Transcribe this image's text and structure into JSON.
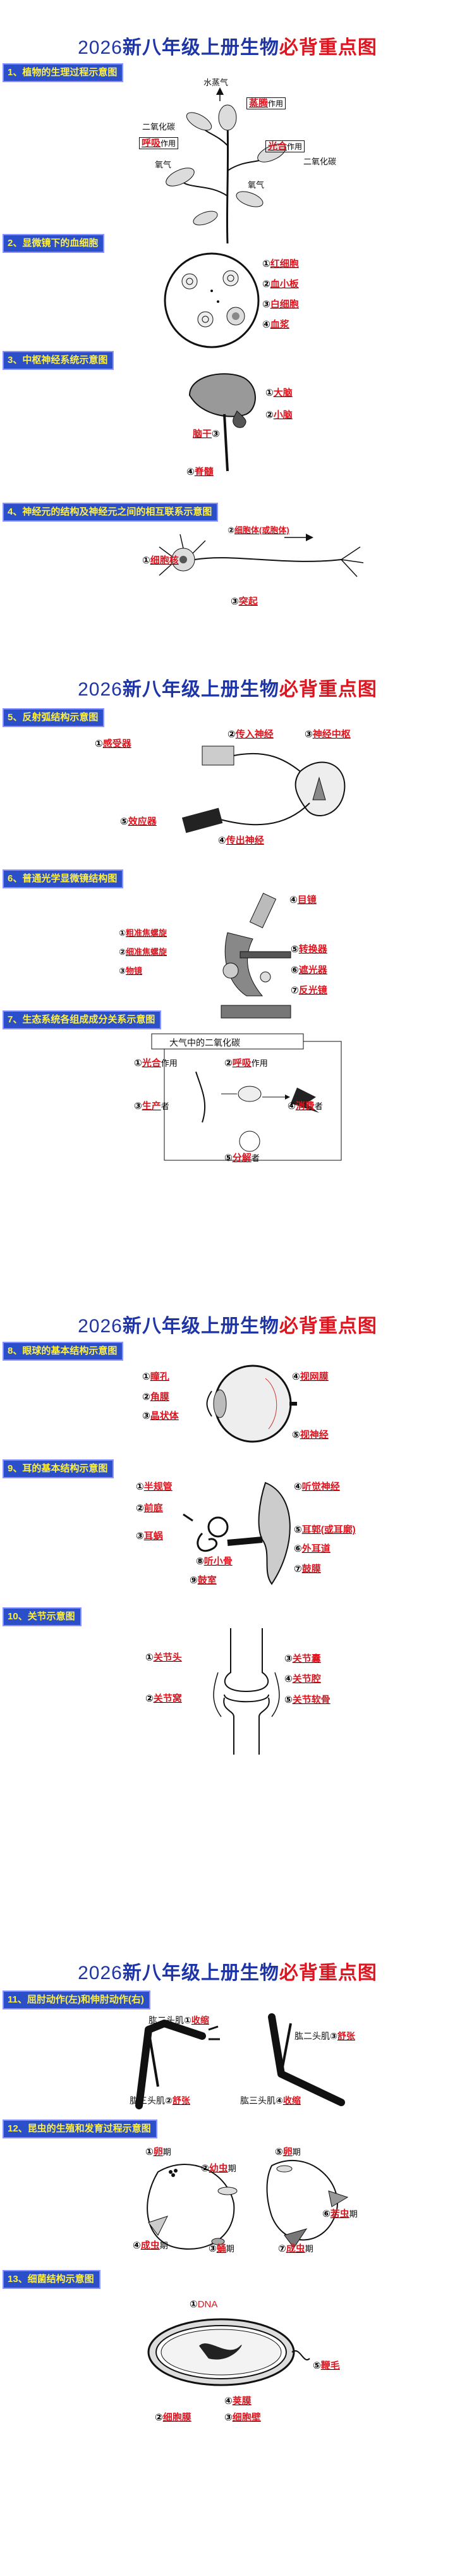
{
  "title": {
    "year": "2026",
    "mid": "新八年级上册生物",
    "highlight": "必背重点图"
  },
  "sections": {
    "s1": "1、植物的生理过程示意图",
    "s2": "2、显微镜下的血细胞",
    "s3": "3、中枢神经系统示意图",
    "s4": "4、神经元的结构及神经元之间的相互联系示意图",
    "s5": "5、反射弧结构示意图",
    "s6": "6、普通光学显微镜结构图",
    "s7": "7、生态系统各组成成分关系示意图",
    "s8": "8、眼球的基本结构示意图",
    "s9": "9、耳的基本结构示意图",
    "s10": "10、关节示意图",
    "s11": "11、屈肘动作(左)和伸肘动作(右)",
    "s12": "12、昆虫的生殖和发育过程示意图",
    "s13": "13、细菌结构示意图"
  },
  "plant": {
    "water_vapor": "水蒸气",
    "evap": "蒸腾",
    "co2_left": "二氧化碳",
    "respire": "呼吸",
    "o2_left": "氧气",
    "photo": "光合",
    "co2_right": "二氧化碳",
    "o2_right": "氧气",
    "zuoyong": "作用"
  },
  "blood": {
    "n1": "①",
    "a1": "红细胞",
    "n2": "②",
    "a2": "血小板",
    "n3": "③",
    "a3": "白细胞",
    "n4": "④",
    "a4": "血浆"
  },
  "cns": {
    "n1": "①",
    "a1": "大脑",
    "n2": "②",
    "a2": "小脑",
    "n3": "③",
    "a3": "脑干",
    "n4": "④",
    "a4": "脊髓"
  },
  "neuron": {
    "n1": "①",
    "a1": "细胞核",
    "n2": "②",
    "a2": "细胞体(或胞体)",
    "n3": "③",
    "a3": "突起"
  },
  "reflex": {
    "n1": "①",
    "a1": "感受器",
    "n2": "②",
    "a2": "传入神经",
    "n3": "③",
    "a3": "神经中枢",
    "n4": "④",
    "a4": "传出神经",
    "n5": "⑤",
    "a5": "效应器"
  },
  "microscope": {
    "n1": "①",
    "a1": "粗准焦螺旋",
    "n2": "②",
    "a2": "细准焦螺旋",
    "n3": "③",
    "a3": "物镜",
    "n4": "④",
    "a4": "目镜",
    "n5": "⑤",
    "a5": "转换器",
    "n6": "⑥",
    "a6": "遮光器",
    "n7": "⑦",
    "a7": "反光镜"
  },
  "eco": {
    "top": "大气中的二氧化碳",
    "n1": "①",
    "a1": "光合",
    "t1": "作用",
    "n2": "②",
    "a2": "呼吸",
    "t2": "作用",
    "n3": "③",
    "a3": "生产",
    "t3": "者",
    "n4": "④",
    "a4": "消费",
    "t4": "者",
    "n5": "⑤",
    "a5": "分解",
    "t5": "者"
  },
  "eye": {
    "n1": "①",
    "a1": "瞳孔",
    "n2": "②",
    "a2": "角膜",
    "n3": "③",
    "a3": "晶状体",
    "n4": "④",
    "a4": "视网膜",
    "n5": "⑤",
    "a5": "视神经"
  },
  "ear": {
    "n1": "①",
    "a1": "半规管",
    "n2": "②",
    "a2": "前庭",
    "n3": "③",
    "a3": "耳蜗",
    "n4": "④",
    "a4": "听觉神经",
    "n5": "⑤",
    "a5": "耳郭(或耳廓)",
    "n6": "⑥",
    "a6": "外耳道",
    "n7": "⑦",
    "a7": "鼓膜",
    "n8": "⑧",
    "a8": "听小骨",
    "n9": "⑨",
    "a9": "鼓室"
  },
  "joint": {
    "n1": "①",
    "a1": "关节头",
    "n2": "②",
    "a2": "关节窝",
    "n3": "③",
    "a3": "关节囊",
    "n4": "④",
    "a4": "关节腔",
    "n5": "⑤",
    "a5": "关节软骨"
  },
  "elbow": {
    "biceps_l": "肱二头肌",
    "n1": "①",
    "a1": "收缩",
    "triceps_l": "肱三头肌",
    "n2": "②",
    "a2": "舒张",
    "biceps_r": "肱二头肌",
    "n3": "③",
    "a3": "舒张",
    "triceps_r": "肱三头肌",
    "n4": "④",
    "a4": "收缩"
  },
  "insect": {
    "n1": "①",
    "a1": "卵",
    "t1": "期",
    "n2": "②",
    "a2": "幼虫",
    "t2": "期",
    "n3": "③",
    "a3": "蛹",
    "t3": "期",
    "n4": "④",
    "a4": "成虫",
    "t4": "期",
    "n5": "⑤",
    "a5": "卵",
    "t5": "期",
    "n6": "⑥",
    "a6": "若虫",
    "t6": "期",
    "n7": "⑦",
    "a7": "成虫",
    "t7": "期"
  },
  "bacteria": {
    "n1": "①",
    "a1": "DNA",
    "n2": "②",
    "a2": "细胞膜",
    "n3": "③",
    "a3": "细胞壁",
    "n4": "④",
    "a4": "荚膜",
    "n5": "⑤",
    "a5": "鞭毛"
  },
  "colors": {
    "title_blue": "#1e35a8",
    "answer_red": "#e0141e",
    "section_bg": "#2a4fc9",
    "section_text": "#fff040"
  }
}
